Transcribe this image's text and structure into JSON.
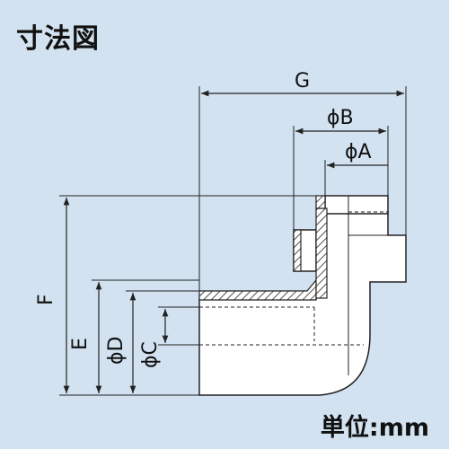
{
  "title": "寸法図",
  "unit_label": "単位:mm",
  "dimension_labels": {
    "G": "G",
    "B": "ϕB",
    "A": "ϕA",
    "F": "F",
    "E": "E",
    "D": "ϕD",
    "C": "ϕC"
  },
  "colors": {
    "background": "#d2e2f0",
    "part_fill": "#ffffff",
    "line": "#222222"
  }
}
